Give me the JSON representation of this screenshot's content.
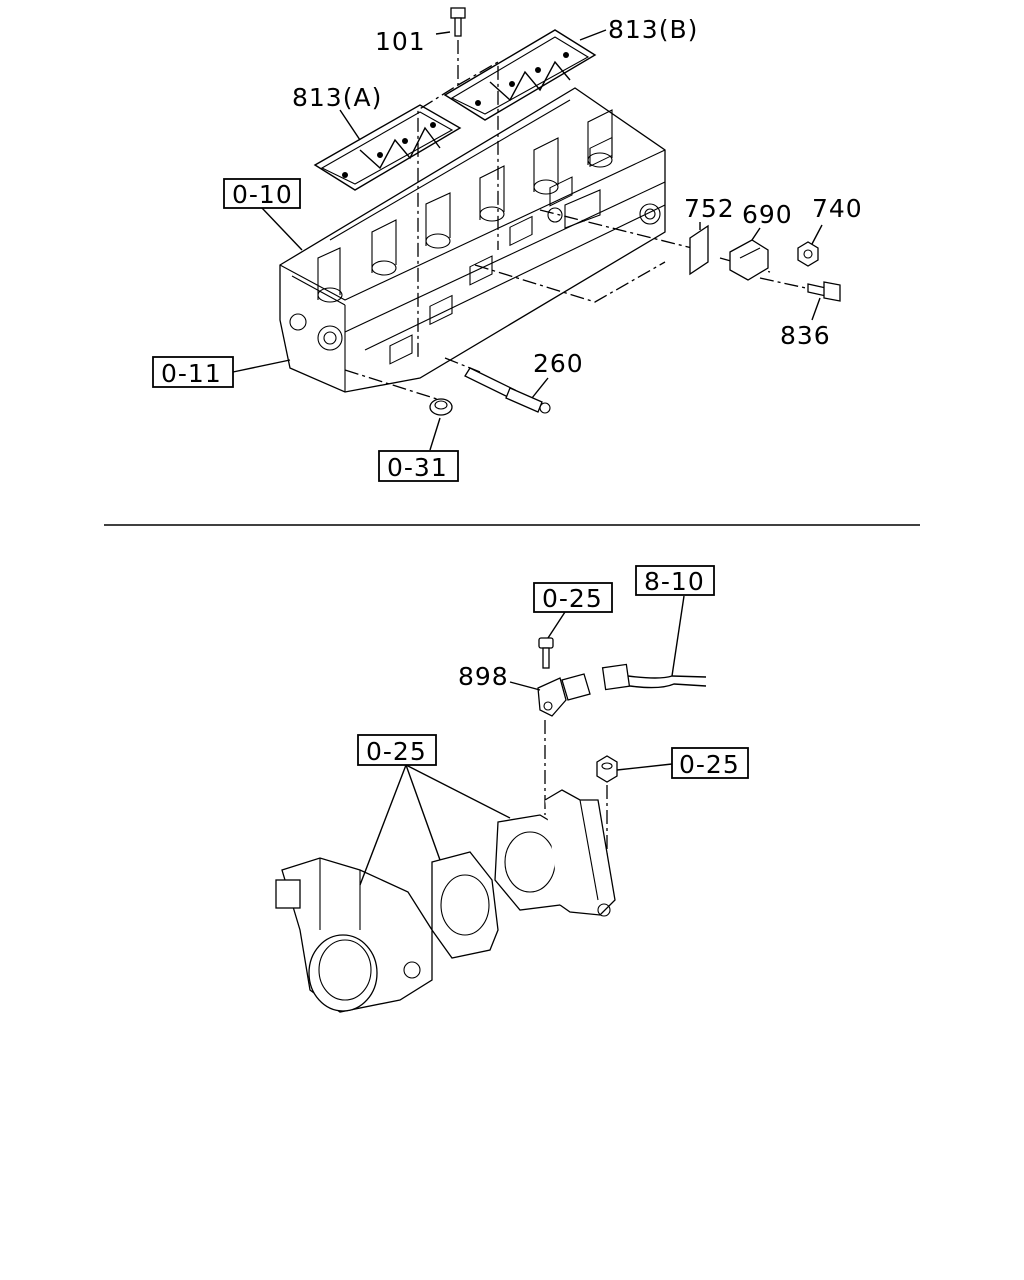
{
  "part_labels": {
    "p101": "101",
    "p813b": "813(B)",
    "p813a": "813(A)",
    "p752": "752",
    "p690": "690",
    "p740": "740",
    "p836": "836",
    "p260": "260",
    "p898": "898"
  },
  "reference_boxes": {
    "r010": "0-10",
    "r011": "0-11",
    "r031": "0-31",
    "r025_top": "0-25",
    "r810": "8-10",
    "r025_left": "0-25",
    "r025_right": "0-25"
  }
}
